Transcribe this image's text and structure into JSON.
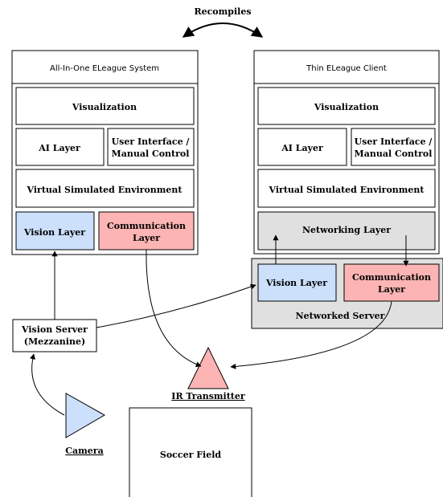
{
  "recompiles_label": "Recompiles",
  "left_system": {
    "title": "All-In-One ELeague System",
    "visualization": "Visualization",
    "ai_layer": "AI Layer",
    "ui_line1": "User Interface /",
    "ui_line2": "Manual Control",
    "virtual_env": "Virtual Simulated Environment",
    "vision_layer": "Vision Layer",
    "comm_line1": "Communication",
    "comm_line2": "Layer"
  },
  "right_system": {
    "title": "Thin ELeague Client",
    "visualization": "Visualization",
    "ai_layer": "AI Layer",
    "ui_line1": "User Interface /",
    "ui_line2": "Manual Control",
    "virtual_env": "Virtual Simulated Environment",
    "networking_layer": "Networking Layer"
  },
  "networked_server": {
    "label": "Networked Server",
    "vision_layer": "Vision Layer",
    "comm_line1": "Communication",
    "comm_line2": "Layer"
  },
  "vision_server": {
    "line1": "Vision Server",
    "line2": "(Mezzanine)"
  },
  "ir_transmitter": "IR Transmitter",
  "camera": "Camera",
  "soccer_field": "Soccer Field",
  "colors": {
    "vision_fill": "#cce0fc",
    "comm_fill": "#fcb4b4",
    "gray_fill": "#e0e0e0",
    "white": "#ffffff"
  }
}
